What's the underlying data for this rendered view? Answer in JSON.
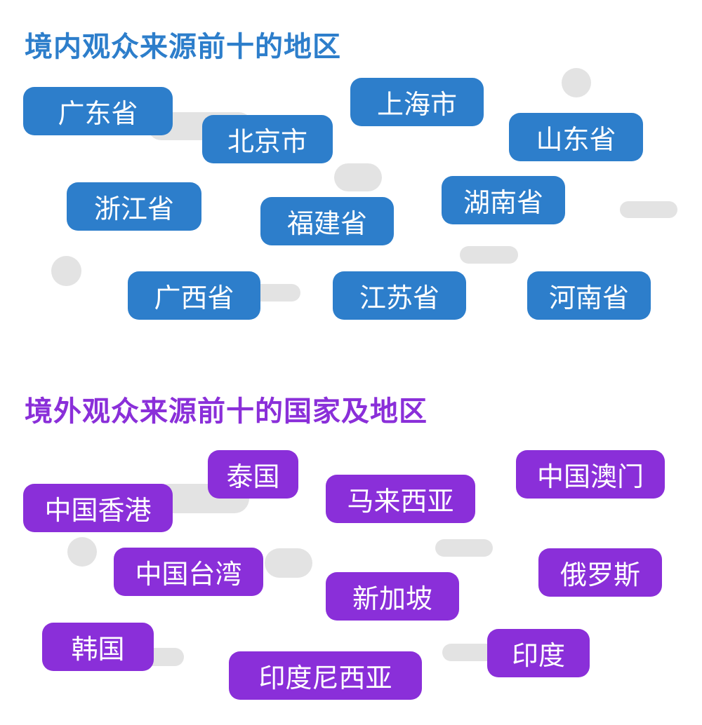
{
  "domestic": {
    "title": "境内观众来源前十的地区",
    "regions": [
      "广东省",
      "北京市",
      "上海市",
      "山东省",
      "浙江省",
      "福建省",
      "湖南省",
      "广西省",
      "江苏省",
      "河南省"
    ]
  },
  "overseas": {
    "title": "境外观众来源前十的国家及地区",
    "regions": [
      "泰国",
      "中国香港",
      "马来西亚",
      "中国澳门",
      "中国台湾",
      "新加坡",
      "俄罗斯",
      "韩国",
      "印度",
      "印度尼西亚"
    ]
  },
  "colors": {
    "domestic": "#2d7ecb",
    "overseas": "#8a2fd9",
    "decoration": "#e3e3e3"
  }
}
